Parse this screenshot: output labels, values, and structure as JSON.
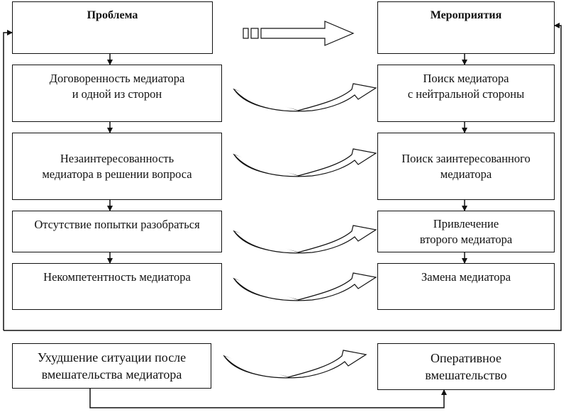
{
  "problem_header": "Проблема",
  "measures_header": "Мероприятия",
  "problems": [
    "Договоренность медиатора\nи одной из сторон",
    "Незаинтересованность\nмедиатора в решении вопроса",
    "Отсутствие попытки разобраться",
    "Некомпетентность медиатора"
  ],
  "measures": [
    "Поиск медиатора\nс нейтральной стороны",
    "Поиск заинтересованного\nмедиатора",
    "Привлечение\nвторого медиатора",
    "Замена медиатора"
  ],
  "bottom_problem": "Ухудшение ситуации после\nвмешательства медиатора",
  "bottom_measure": "Оперативное\nвмешательство",
  "colors": {
    "line": "#111111",
    "arrow_shade": "#c8c8c8",
    "background": "#ffffff"
  }
}
